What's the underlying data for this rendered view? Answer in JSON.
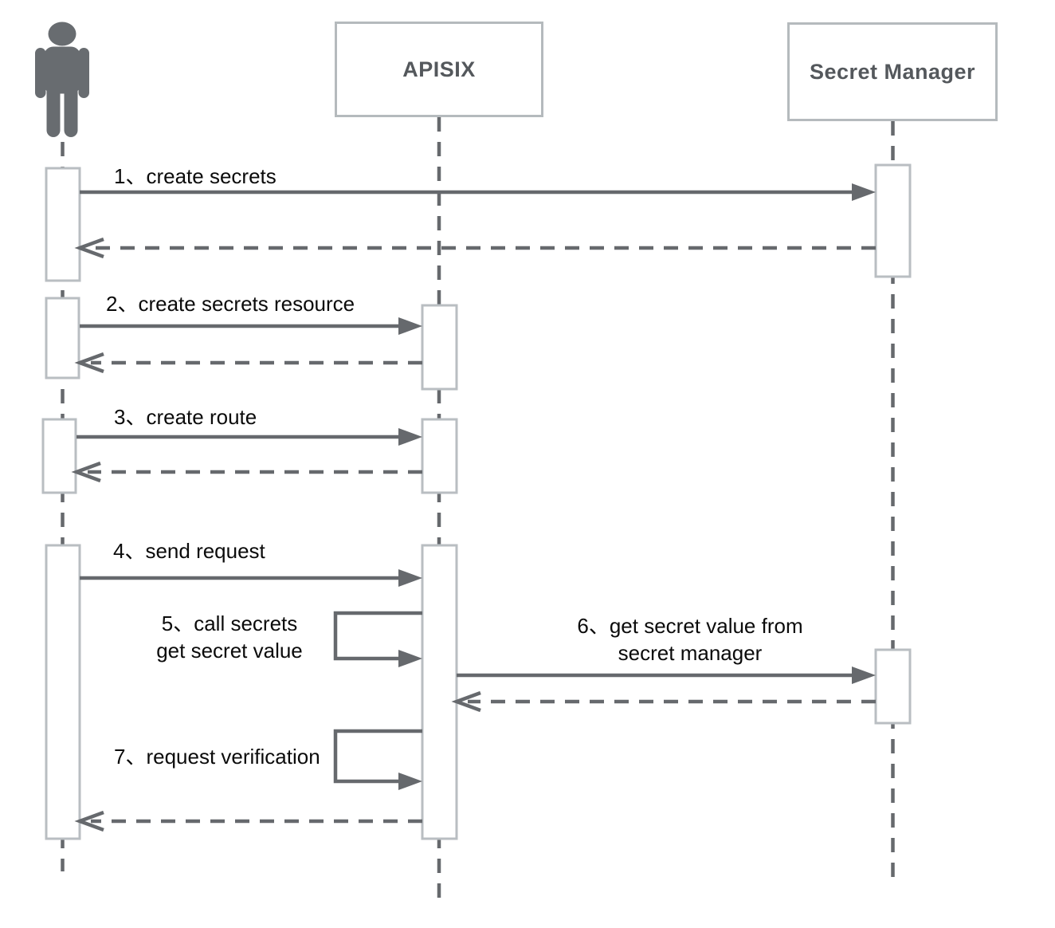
{
  "actors": {
    "apisix": {
      "label": "APISIX"
    },
    "secret_manager": {
      "label": "Secret Manager"
    }
  },
  "messages": {
    "m1": {
      "label": "1、create secrets"
    },
    "m2": {
      "label": "2、create secrets resource"
    },
    "m3": {
      "label": "3、create route"
    },
    "m4": {
      "label": "4、send request"
    },
    "m5": {
      "line1": "5、call secrets",
      "line2": "get secret value"
    },
    "m6": {
      "line1": "6、get secret value from",
      "line2": "secret manager"
    },
    "m7": {
      "label": "7、request verification"
    }
  },
  "colors": {
    "line_gray": "#66696d",
    "activation_border": "#b9bec2",
    "actor_box_border": "#b5babd",
    "actor_title": "#54585c",
    "label_text": "#0b0b0b",
    "person_icon": "#686c70",
    "background": "#ffffff"
  }
}
